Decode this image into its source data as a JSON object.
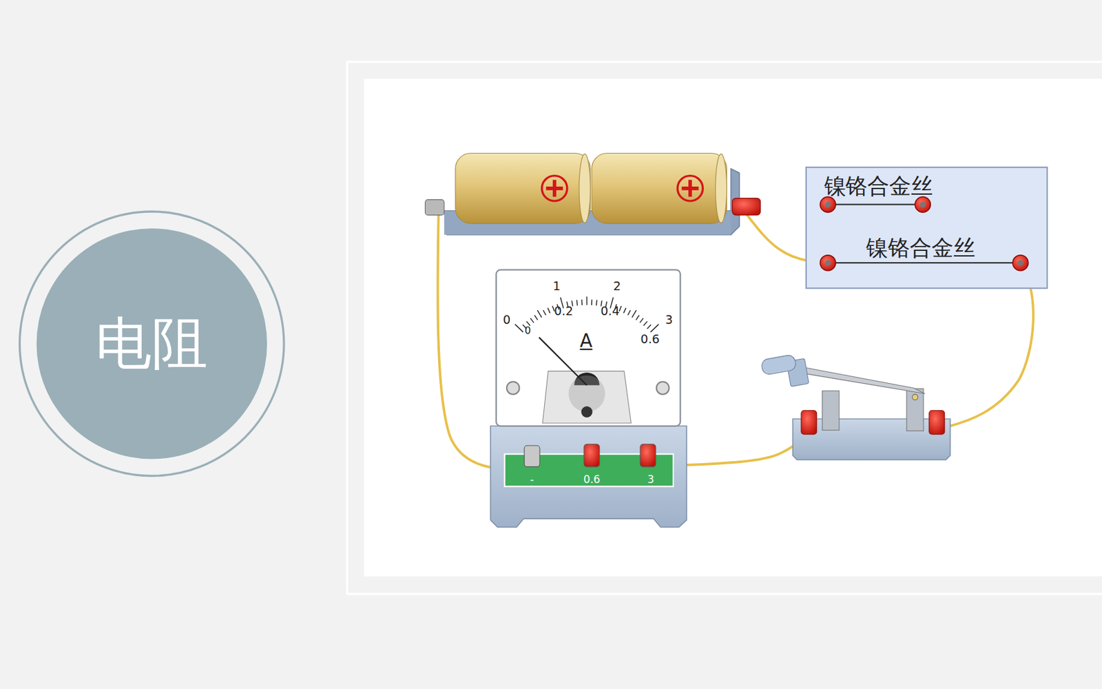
{
  "diagram": {
    "nodes": [
      {
        "text": [
          "电阻"
        ]
      },
      {
        "text": [
          "镍铬合金丝",
          "镍铬合金丝"
        ]
      }
    ],
    "labels": [
      "0",
      "1",
      "2",
      "3",
      "0",
      "0.2",
      "0.4",
      "0.6",
      "A",
      "-",
      "0.6",
      "3"
    ]
  }
}
